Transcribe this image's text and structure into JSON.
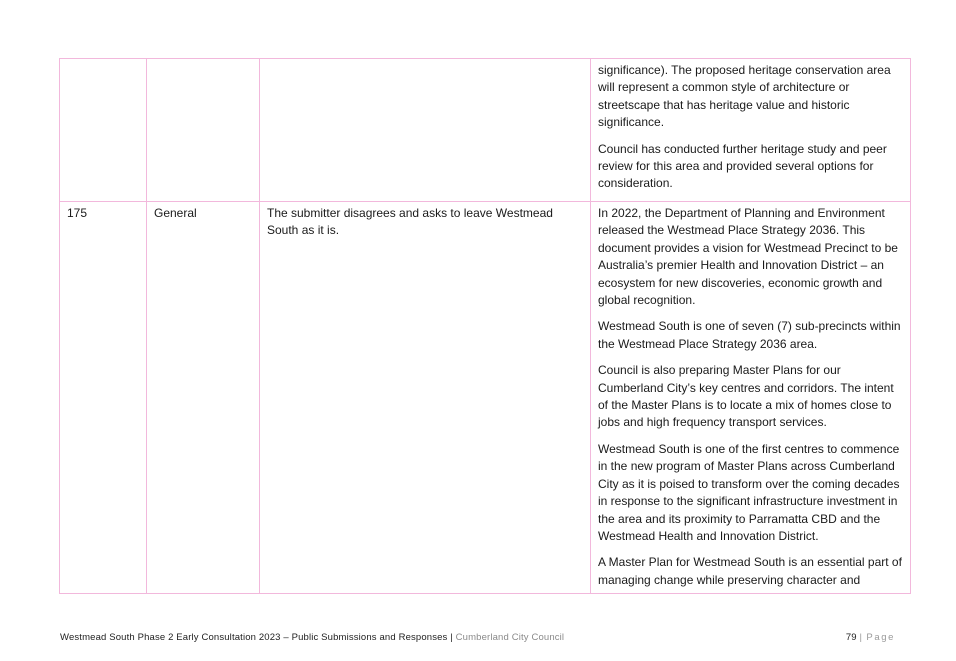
{
  "table": {
    "continued_row": {
      "id": "",
      "category": "",
      "submission": "",
      "response": [
        "significance). The proposed heritage conservation area will represent a common style of architecture or streetscape that has heritage value and historic significance.",
        "Council has conducted further heritage study and peer review for this area and provided several options for consideration."
      ]
    },
    "row_175": {
      "id": "175",
      "category": "General",
      "submission": "The submitter disagrees and asks to leave Westmead South as it is.",
      "response": [
        "In 2022, the Department of Planning and Environment released the Westmead Place Strategy 2036. This document provides a vision for Westmead Precinct to be Australia’s premier Health and Innovation District – an ecosystem for new discoveries, economic growth and global recognition.",
        "Westmead South is one of seven (7) sub-precincts within the Westmead Place Strategy 2036 area.",
        "Council is also preparing Master Plans for our Cumberland City’s key centres and corridors. The intent of the Master Plans is to locate a mix of homes close to jobs and high frequency transport services.",
        "Westmead South is one of the first centres to commence in the new program of Master Plans across Cumberland City as it is poised to transform over the coming decades in response to the significant infrastructure investment in the area and its proximity to Parramatta CBD and the Westmead Health and Innovation District.",
        "A Master Plan for Westmead South is an essential part of managing change while preserving character and"
      ]
    }
  },
  "footer": {
    "document_title": "Westmead South Phase 2 Early Consultation 2023 – Public Submissions and Responses",
    "separator": "|",
    "council_name": "Cumberland City Council",
    "page_number": "79",
    "page_separator": "|",
    "page_label": "Page"
  },
  "colors": {
    "table_border": "#f2b8dc",
    "text": "#1a1a1a",
    "footer_muted": "#8a8a8a"
  }
}
